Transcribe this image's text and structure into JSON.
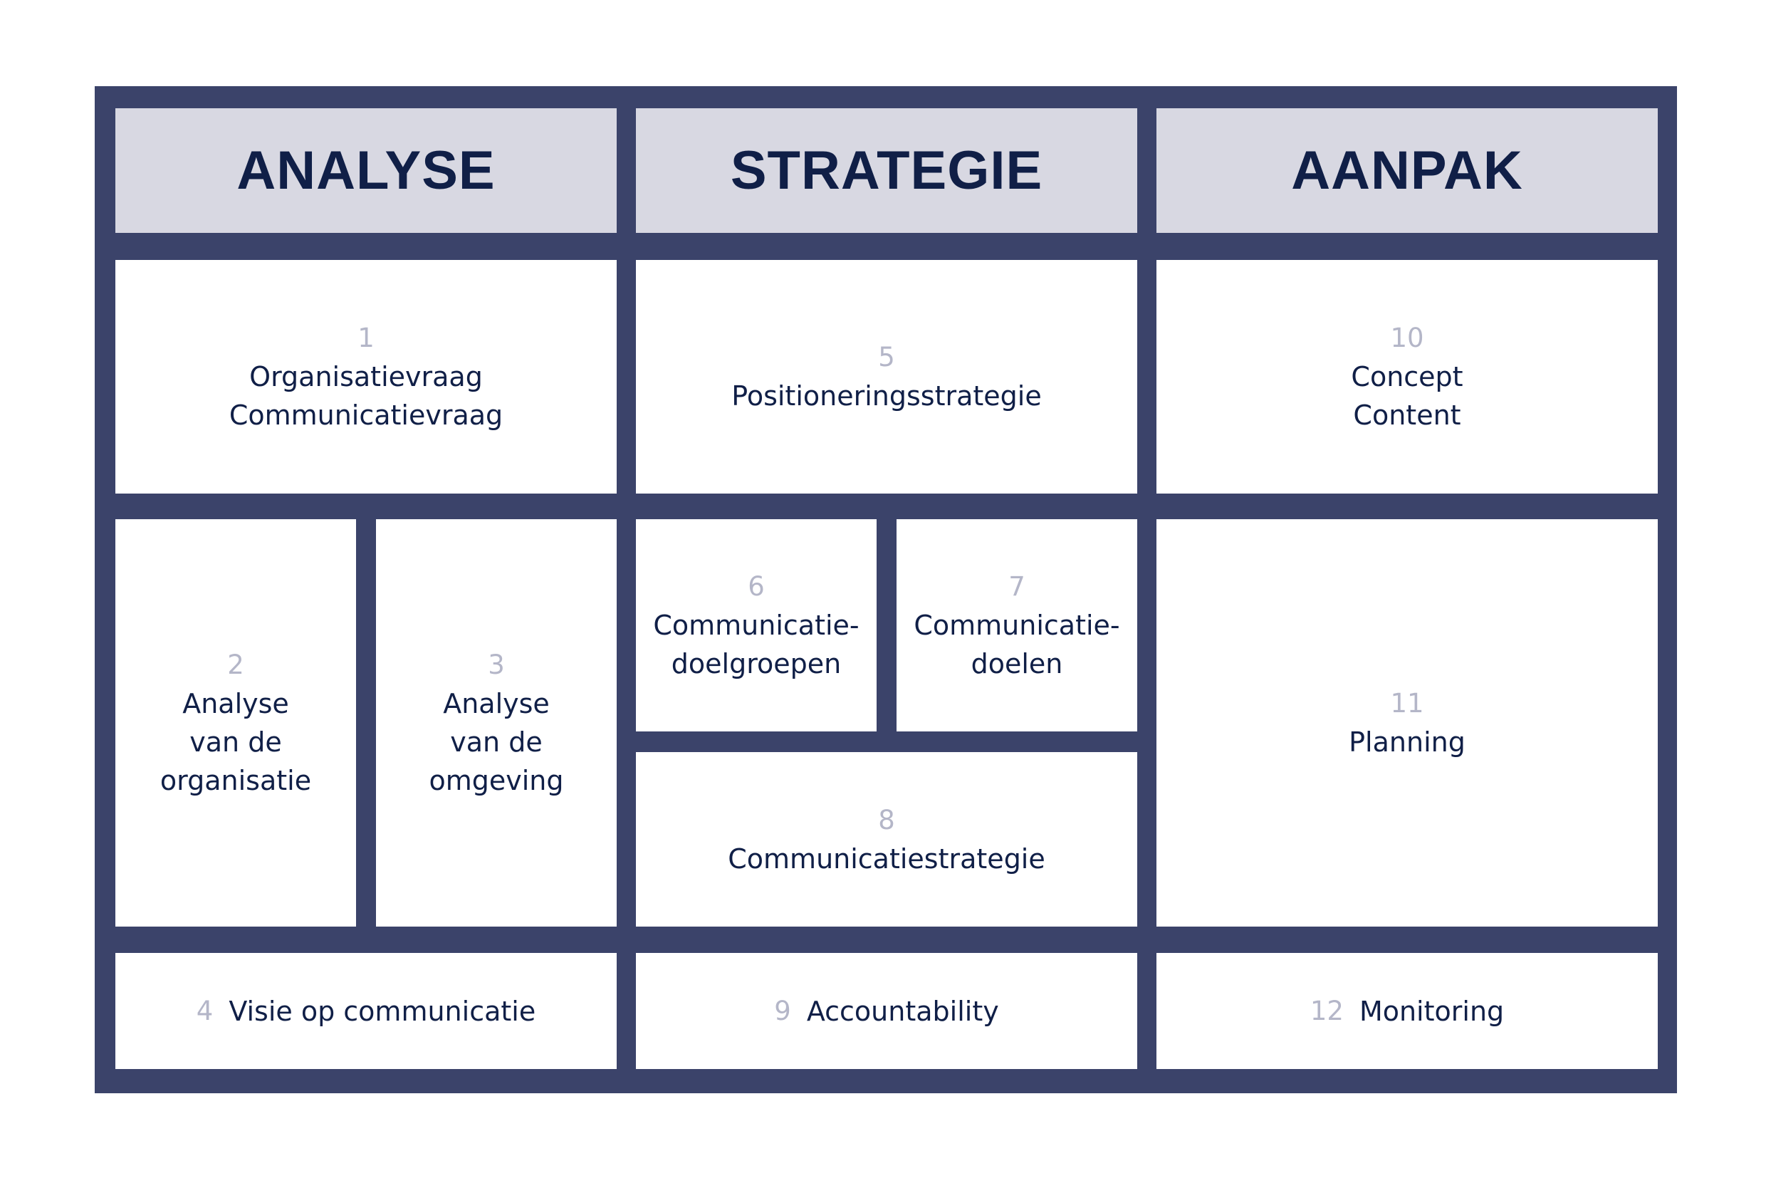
{
  "colors": {
    "frame": "#3b436a",
    "header_bg": "#d8d8e2",
    "cell_bg": "#ffffff",
    "title_text": "#101f47",
    "number_text": "#b4b6c8"
  },
  "headers": {
    "analyse": "ANALYSE",
    "strategie": "STRATEGIE",
    "aanpak": "AANPAK"
  },
  "cells": {
    "c1": {
      "number": "1",
      "label": "Organisatievraag\nCommunicatievraag"
    },
    "c2": {
      "number": "2",
      "label": "Analyse\nvan de\norganisatie"
    },
    "c3": {
      "number": "3",
      "label": "Analyse\nvan de\nomgeving"
    },
    "c4": {
      "number": "4",
      "label": "Visie op communicatie"
    },
    "c5": {
      "number": "5",
      "label": "Positioneringsstrategie"
    },
    "c6": {
      "number": "6",
      "label": "Communicatie-\ndoelgroepen"
    },
    "c7": {
      "number": "7",
      "label": "Communicatie-\ndoelen"
    },
    "c8": {
      "number": "8",
      "label": "Communicatiestrategie"
    },
    "c9": {
      "number": "9",
      "label": "Accountability"
    },
    "c10": {
      "number": "10",
      "label": "Concept\nContent"
    },
    "c11": {
      "number": "11",
      "label": "Planning"
    },
    "c12": {
      "number": "12",
      "label": "Monitoring"
    }
  }
}
